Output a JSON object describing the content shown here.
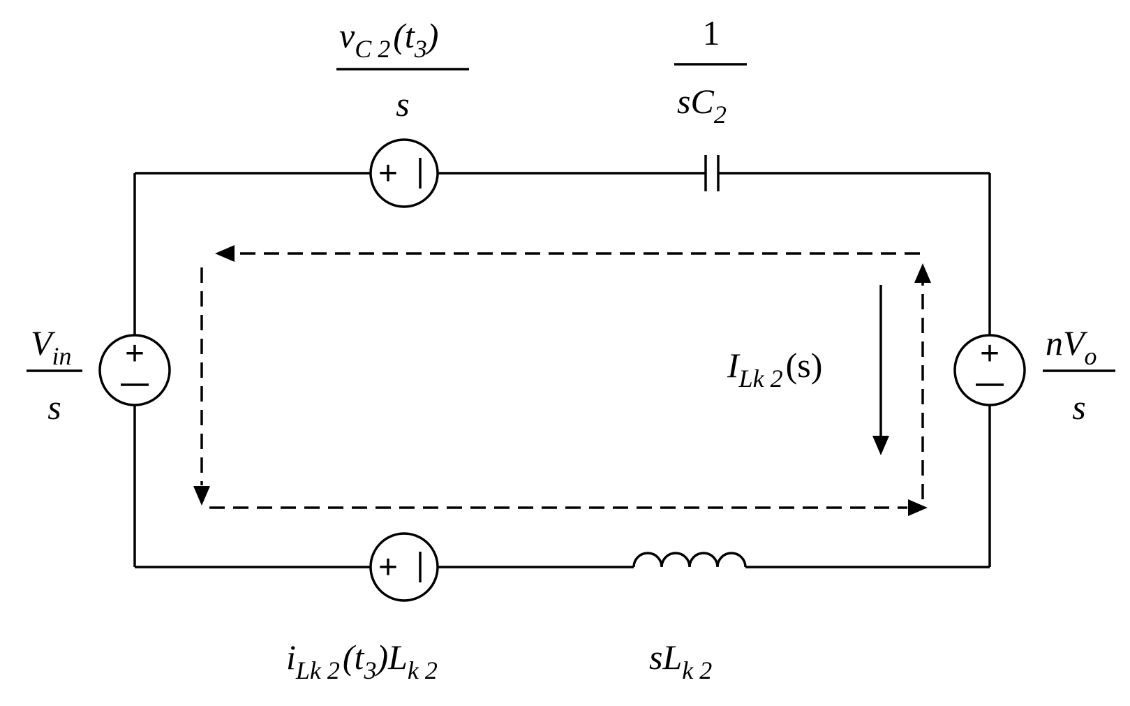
{
  "labels": {
    "vc2_num_main": "v",
    "vc2_num_sub": "C 2",
    "vc2_num_arg_open": "(t",
    "vc2_num_arg_sub": "3",
    "vc2_num_arg_close": ")",
    "vc2_den": "s",
    "cap_num": "1",
    "cap_den_main": "sC",
    "cap_den_sub": "2",
    "vin_num_main": "V",
    "vin_num_sub": "in",
    "vin_den": "s",
    "nvo_num_main": "nV",
    "nvo_num_sub": "o",
    "nvo_den": "s",
    "current_main": "I",
    "current_sub": "Lk 2",
    "current_arg": "(s)",
    "il_main": "i",
    "il_sub": "Lk 2",
    "il_arg_open": "(t",
    "il_arg_sub": "3",
    "il_arg_close": ")L",
    "il_tail_sub": "k 2",
    "ind_main": "sL",
    "ind_sub": "k 2"
  },
  "source_signs": {
    "plus": "+",
    "minus": "−",
    "bar": "|"
  }
}
